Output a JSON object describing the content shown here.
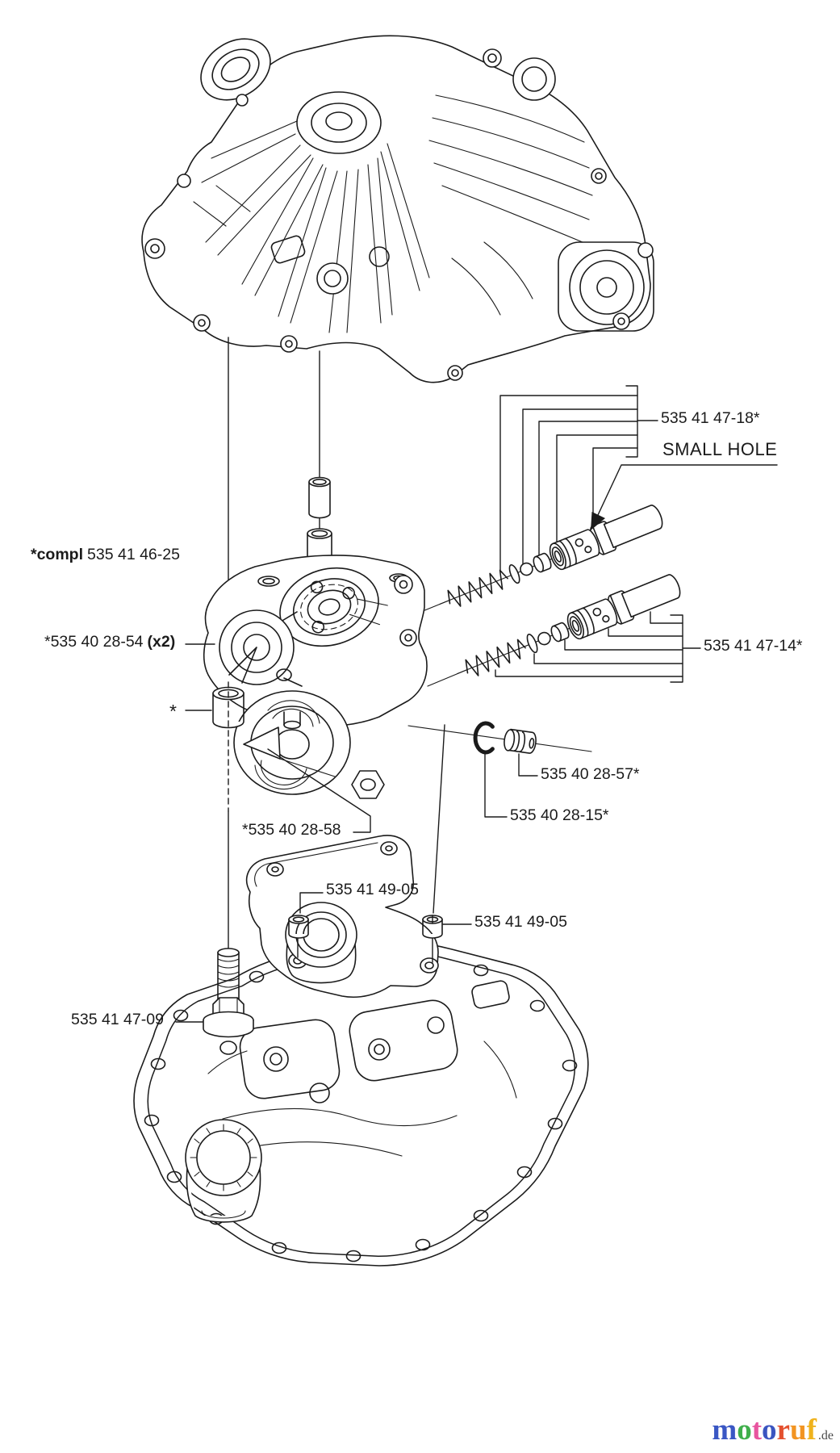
{
  "page": {
    "background": "#ffffff",
    "line_color": "#1b1b1b",
    "title": "transaxle-exploded-parts-diagram"
  },
  "callouts": {
    "valve_upper": {
      "part_number": "535 41 47-18*",
      "note": "SMALL HOLE"
    },
    "complete_assembly": {
      "prefix": "*compl",
      "part_number": "535 41 46-25"
    },
    "dowel_pin": {
      "part_number": "*535 40 28-54",
      "qty": "(x2)"
    },
    "asterisk_ref": {
      "symbol": "*"
    },
    "valve_lower": {
      "part_number": "535 41 47-14*"
    },
    "plug": {
      "part_number": "535 40 28-57*"
    },
    "o_ring": {
      "part_number": "535 40 28-15*"
    },
    "swashplate": {
      "part_number": "*535 40 28-58"
    },
    "bushing_left": {
      "part_number": "535 41 49-05"
    },
    "bushing_right": {
      "part_number": "535 41 49-05"
    },
    "bolt": {
      "part_number": "535 41 47-09"
    }
  },
  "logo": {
    "word": [
      {
        "ch": "m",
        "color": "#3a57c4"
      },
      {
        "ch": "o",
        "color": "#3faf4b"
      },
      {
        "ch": "t",
        "color": "#e8559f"
      },
      {
        "ch": "o",
        "color": "#3b55c0"
      },
      {
        "ch": "r",
        "color": "#e4502e"
      },
      {
        "ch": "u",
        "color": "#f29422"
      },
      {
        "ch": "f",
        "color": "#efb21c"
      }
    ],
    "suffix": ".de",
    "suffix_color": "#4a4a4a"
  }
}
